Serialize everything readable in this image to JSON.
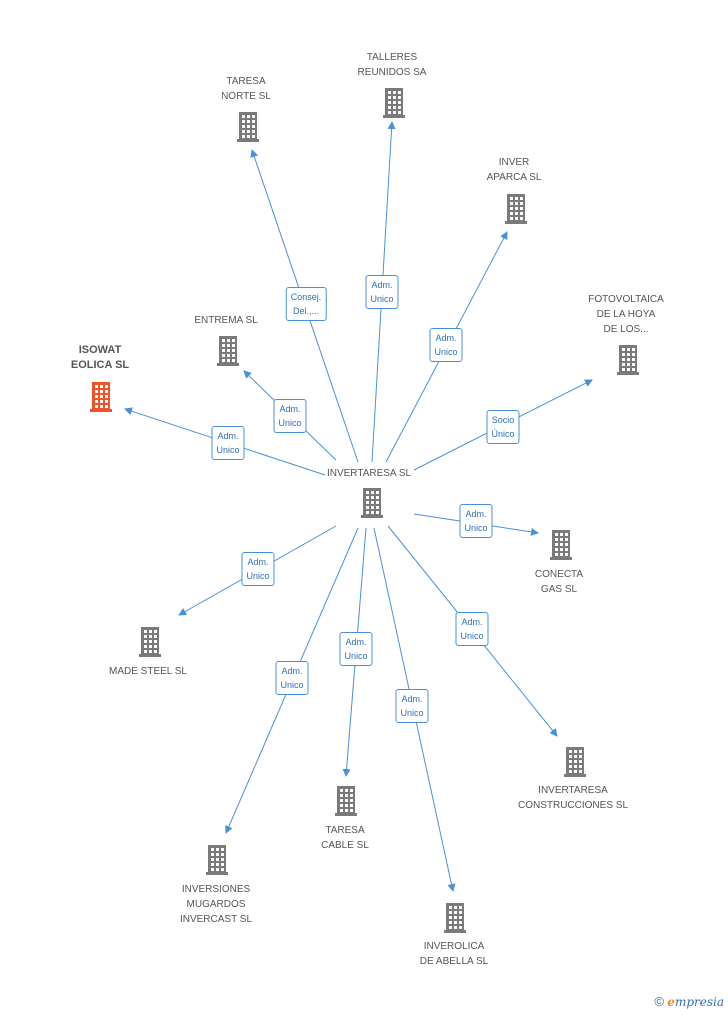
{
  "colors": {
    "edge": "#4a90d9",
    "node": "#7a7a7a",
    "highlight": "#f0522a"
  },
  "center": {
    "id": "invertaresa",
    "label": "INVERTARESA SL"
  },
  "nodes": [
    {
      "id": "invertaresa",
      "label": "INVERTARESA SL",
      "icon": "building-icon"
    },
    {
      "id": "taresa_norte",
      "label": "TARESA\nNORTE SL",
      "icon": "building-icon"
    },
    {
      "id": "talleres",
      "label": "TALLERES\nREUNIDOS SA",
      "icon": "building-icon"
    },
    {
      "id": "inver_aparca",
      "label": "INVER\nAPARCA SL",
      "icon": "building-icon"
    },
    {
      "id": "fotovoltaica",
      "label": "FOTOVOLTAICA\nDE LA HOYA\nDE LOS...",
      "icon": "building-icon"
    },
    {
      "id": "entrema",
      "label": "ENTREMA SL",
      "icon": "building-icon"
    },
    {
      "id": "isowat",
      "label": "ISOWAT\nEOLICA SL",
      "icon": "building-icon",
      "highlight": true
    },
    {
      "id": "conecta",
      "label": "CONECTA\nGAS SL",
      "icon": "building-icon"
    },
    {
      "id": "made_steel",
      "label": "MADE STEEL SL",
      "icon": "building-icon"
    },
    {
      "id": "invertaresa_constr",
      "label": "INVERTARESA\nCONSTRUCCIONES SL",
      "icon": "building-icon"
    },
    {
      "id": "taresa_cable",
      "label": "TARESA\nCABLE SL",
      "icon": "building-icon"
    },
    {
      "id": "inversiones",
      "label": "INVERSIONES\nMUGARDOS\nINVERCAST SL",
      "icon": "building-icon"
    },
    {
      "id": "inverolica",
      "label": "INVEROLICA\nDE ABELLA SL",
      "icon": "building-icon"
    }
  ],
  "edges": [
    {
      "to": "taresa_norte",
      "label": "Consej.\nDel.,..."
    },
    {
      "to": "talleres",
      "label": "Adm.\nUnico"
    },
    {
      "to": "inver_aparca",
      "label": "Adm.\nUnico"
    },
    {
      "to": "fotovoltaica",
      "label": "Socio\nÚnico"
    },
    {
      "to": "entrema",
      "label": "Adm.\nUnico"
    },
    {
      "to": "isowat",
      "label": "Adm.\nUnico"
    },
    {
      "to": "conecta",
      "label": "Adm.\nUnico"
    },
    {
      "to": "made_steel",
      "label": "Adm.\nUnico"
    },
    {
      "to": "invertaresa_constr",
      "label": "Adm.\nUnico"
    },
    {
      "to": "taresa_cable",
      "label": "Adm.\nUnico"
    },
    {
      "to": "inversiones",
      "label": "Adm.\nUnico"
    },
    {
      "to": "inverolica",
      "label": "Adm.\nUnico"
    }
  ],
  "footer": {
    "copyright": "©",
    "brand_first": "e",
    "brand_rest": "mpresia"
  }
}
